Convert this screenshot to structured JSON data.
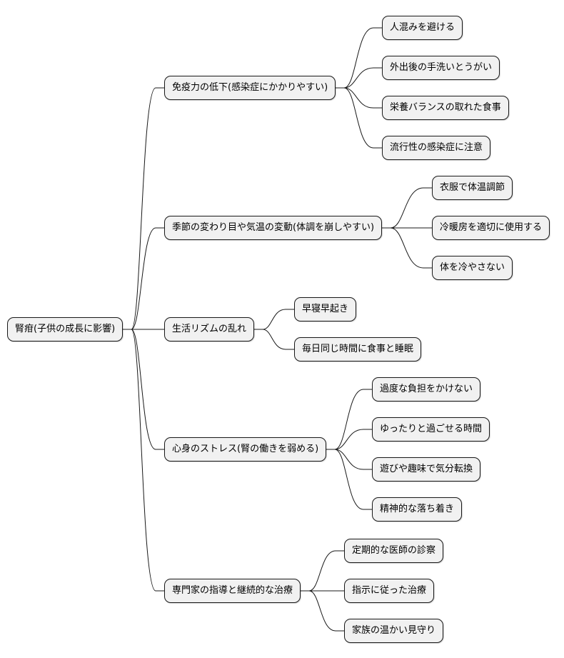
{
  "root": {
    "label": "腎疳(子供の成長に影響)"
  },
  "branches": [
    {
      "label": "免疫力の低下(感染症にかかりやすい)",
      "children": [
        "人混みを避ける",
        "外出後の手洗いとうがい",
        "栄養バランスの取れた食事",
        "流行性の感染症に注意"
      ]
    },
    {
      "label": "季節の変わり目や気温の変動(体調を崩しやすい)",
      "children": [
        "衣服で体温調節",
        "冷暖房を適切に使用する",
        "体を冷やさない"
      ]
    },
    {
      "label": "生活リズムの乱れ",
      "children": [
        "早寝早起き",
        "毎日同じ時間に食事と睡眠"
      ]
    },
    {
      "label": "心身のストレス(腎の働きを弱める)",
      "children": [
        "過度な負担をかけない",
        "ゆったりと過ごせる時間",
        "遊びや趣味で気分転換",
        "精神的な落ち着き"
      ]
    },
    {
      "label": "専門家の指導と継続的な治療",
      "children": [
        "定期的な医師の診察",
        "指示に従った治療",
        "家族の温かい見守り"
      ]
    }
  ]
}
